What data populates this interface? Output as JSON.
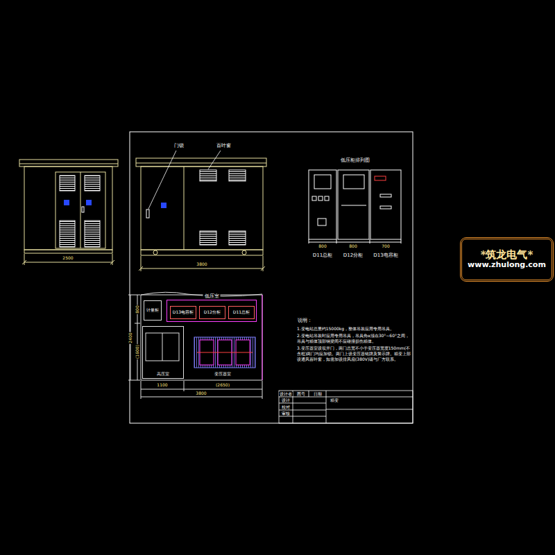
{
  "diagram": {
    "nodes": [
      {
        "text": [
          "低压室"
        ]
      },
      {
        "text": [
          "D13电容柜"
        ],
        "in": 0
      },
      {
        "text": [
          "D12分柜"
        ],
        "in": 0
      },
      {
        "text": [
          "D11总柜"
        ],
        "in": 0
      },
      {
        "text": [
          "计量柜"
        ]
      },
      {
        "text": [
          "高压室"
        ]
      },
      {
        "text": [
          "变压器室"
        ]
      },
      {
        "text": [
          "*筑龙电气*",
          "www.zhulong.com"
        ]
      }
    ],
    "labels": [
      "门锁",
      "百叶窗",
      "2500",
      "3800",
      "低压柜排列图",
      "800",
      "800",
      "700",
      "D11总柜",
      "D12分柜",
      "D13电容柜",
      "1100",
      "(2650)",
      "3800",
      "2400",
      "800",
      "(1600)",
      "说明：",
      "1.变电站总重约15000kg，整体吊装应用专用吊具。",
      "2.变电站吊装时应用专用吊具，吊具角α须在30°~60°之间，吊具与箱体顶部钢梁间不应碰撞损伤箱体。",
      "3.变压器室设双开门，两门总宽不小于变压器宽度150mm(不含框)两门均应加锁。两门上设变压器铭牌及警示牌。箱变上部设通风百叶窗，如需加设排风扇(380V)请与厂方联系。",
      "设计者",
      "图号",
      "日期",
      "设计",
      "校对",
      "审核",
      "箱变"
    ]
  }
}
